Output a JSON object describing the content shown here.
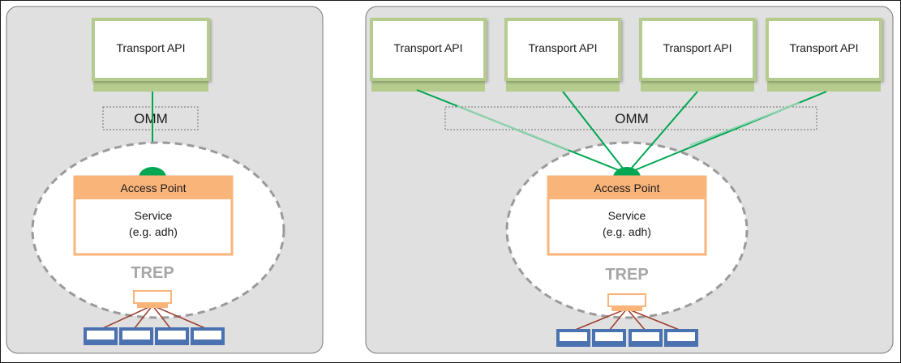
{
  "left_panel": {
    "transport_api": "Transport API",
    "omm": "OMM",
    "access_point": "Access Point",
    "service_line1": "Service",
    "service_line2": "(e.g. adh)",
    "trep": "TREP"
  },
  "right_panel": {
    "transport_apis": [
      "Transport API",
      "Transport API",
      "Transport API",
      "Transport API"
    ],
    "omm": "OMM",
    "access_point": "Access Point",
    "service_line1": "Service",
    "service_line2": "(e.g. adh)",
    "trep": "TREP"
  },
  "colors": {
    "panel_bg": "#e0e0e0",
    "api_border": "#b5cc8e",
    "api_base": "#b5cc8e",
    "connector_green": "#00a651",
    "connector_light": "#8fd3b0",
    "access_header": "#f9b47a",
    "service_border": "#f9b47a",
    "trep_text": "#a6a6a6",
    "node_blue": "#4a72b0",
    "tree_line": "#9e3b2b"
  }
}
